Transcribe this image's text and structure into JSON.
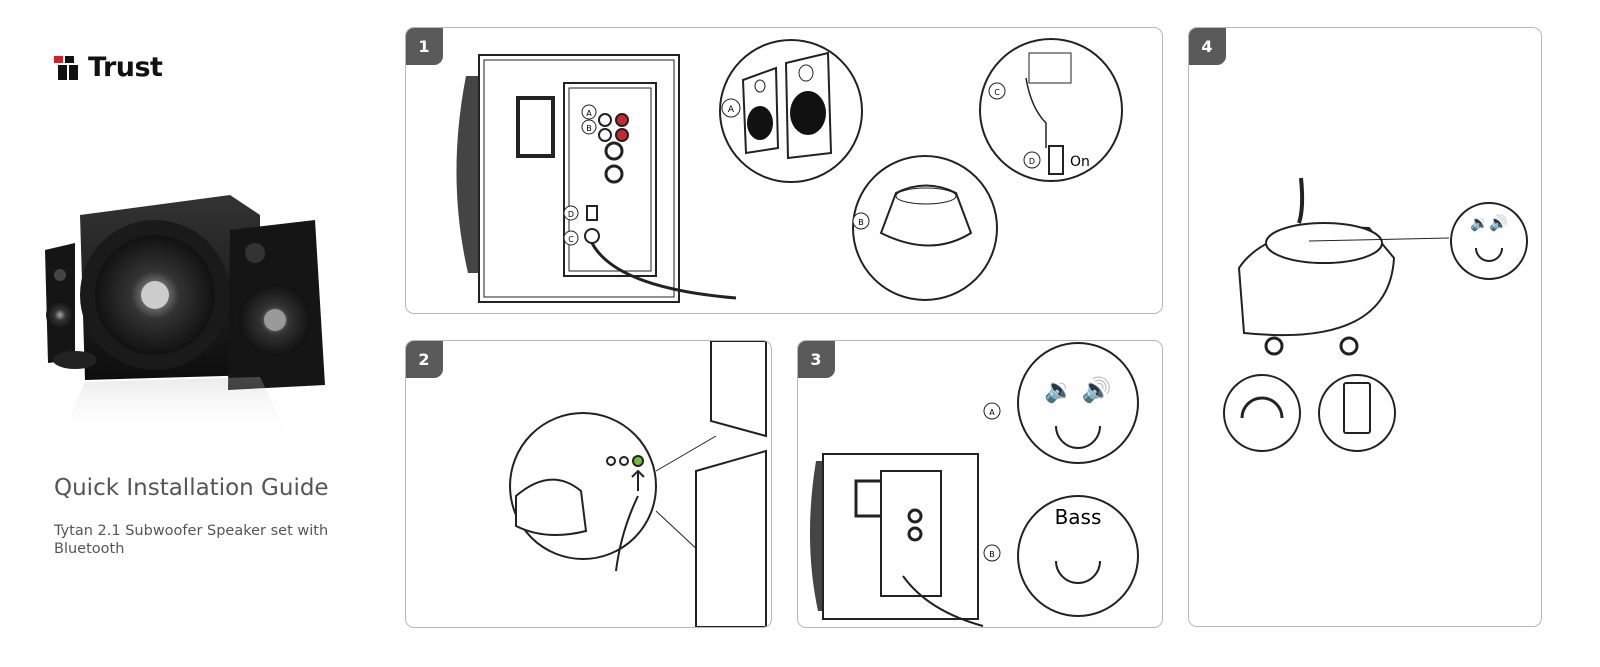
{
  "brand": {
    "name": "Trust"
  },
  "guide": {
    "title": "Quick Installation Guide",
    "subtitle": "Tytan 2.1 Subwoofer Speaker set with Bluetooth"
  },
  "steps": [
    {
      "number": "1",
      "callouts": [
        "A",
        "B",
        "C",
        "D"
      ],
      "switch_label": "On"
    },
    {
      "number": "2"
    },
    {
      "number": "3",
      "callouts": [
        "A",
        "B"
      ],
      "bass_label": "Bass"
    },
    {
      "number": "4"
    }
  ],
  "colors": {
    "badge": "#5a5a5a",
    "border": "#b7b7b7",
    "jack_green": "#6fbf3a",
    "jack_red": "#c8282f"
  }
}
